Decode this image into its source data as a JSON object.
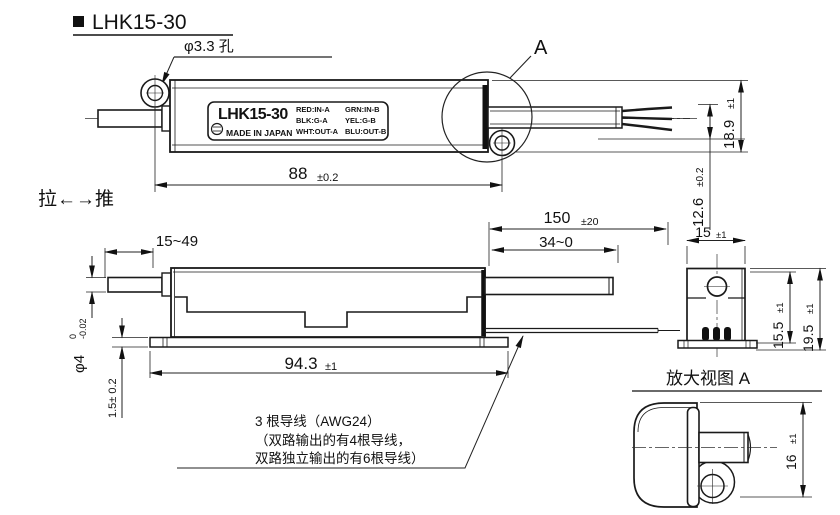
{
  "page": {
    "background": "#ffffff",
    "line_color": "#1a1a1a"
  },
  "header": {
    "bullet": "■",
    "title": "LHK15-30"
  },
  "top_view": {
    "hole_note": "φ3.3 孔",
    "detail_callout": "A",
    "label": {
      "model": "LHK15-30",
      "origin": "MADE IN JAPAN",
      "wiring": [
        [
          "RED:IN-A",
          "GRN:IN-B"
        ],
        [
          "BLK:G-A",
          "YEL:G-B"
        ],
        [
          "WHT:OUT-A",
          "BLU:OUT-B"
        ]
      ]
    }
  },
  "motion_note": "拉←→推",
  "dims": {
    "hole_pitch": {
      "v": "88",
      "t": "±0.2"
    },
    "body_height": {
      "v": "18.9",
      "t": "±1"
    },
    "wire_height": {
      "v": "12.6",
      "t": "±0.2"
    },
    "stroke_range": {
      "v": "15~49"
    },
    "lead_length": {
      "v": "150",
      "t": "±20"
    },
    "rod_travel": {
      "v": "34~0"
    },
    "base_length": {
      "v": "94.3",
      "t": "±1"
    },
    "shaft_dia": {
      "v": "φ4",
      "t_upper": "0",
      "t_lower": "-0.02"
    },
    "base_thickness": {
      "v": "1.5± 0.2"
    },
    "end_width": {
      "v": "15",
      "t": "±1"
    },
    "end_height_inner": {
      "v": "15.5",
      "t": "±1"
    },
    "end_height_outer": {
      "v": "19.5",
      "t": "±1"
    },
    "detail_height": {
      "v": "16",
      "t": "±1"
    }
  },
  "detail_view": {
    "title": "放大视图 A"
  },
  "notes": {
    "wire_line1": "3 根导线（AWG24）",
    "wire_line2": "（双路输出的有4根导线，",
    "wire_line3": "双路独立输出的有6根导线）"
  },
  "icons": {
    "brand_logo": "brand-logo-icon",
    "mounting_holes": "mounting-hole-icon"
  }
}
